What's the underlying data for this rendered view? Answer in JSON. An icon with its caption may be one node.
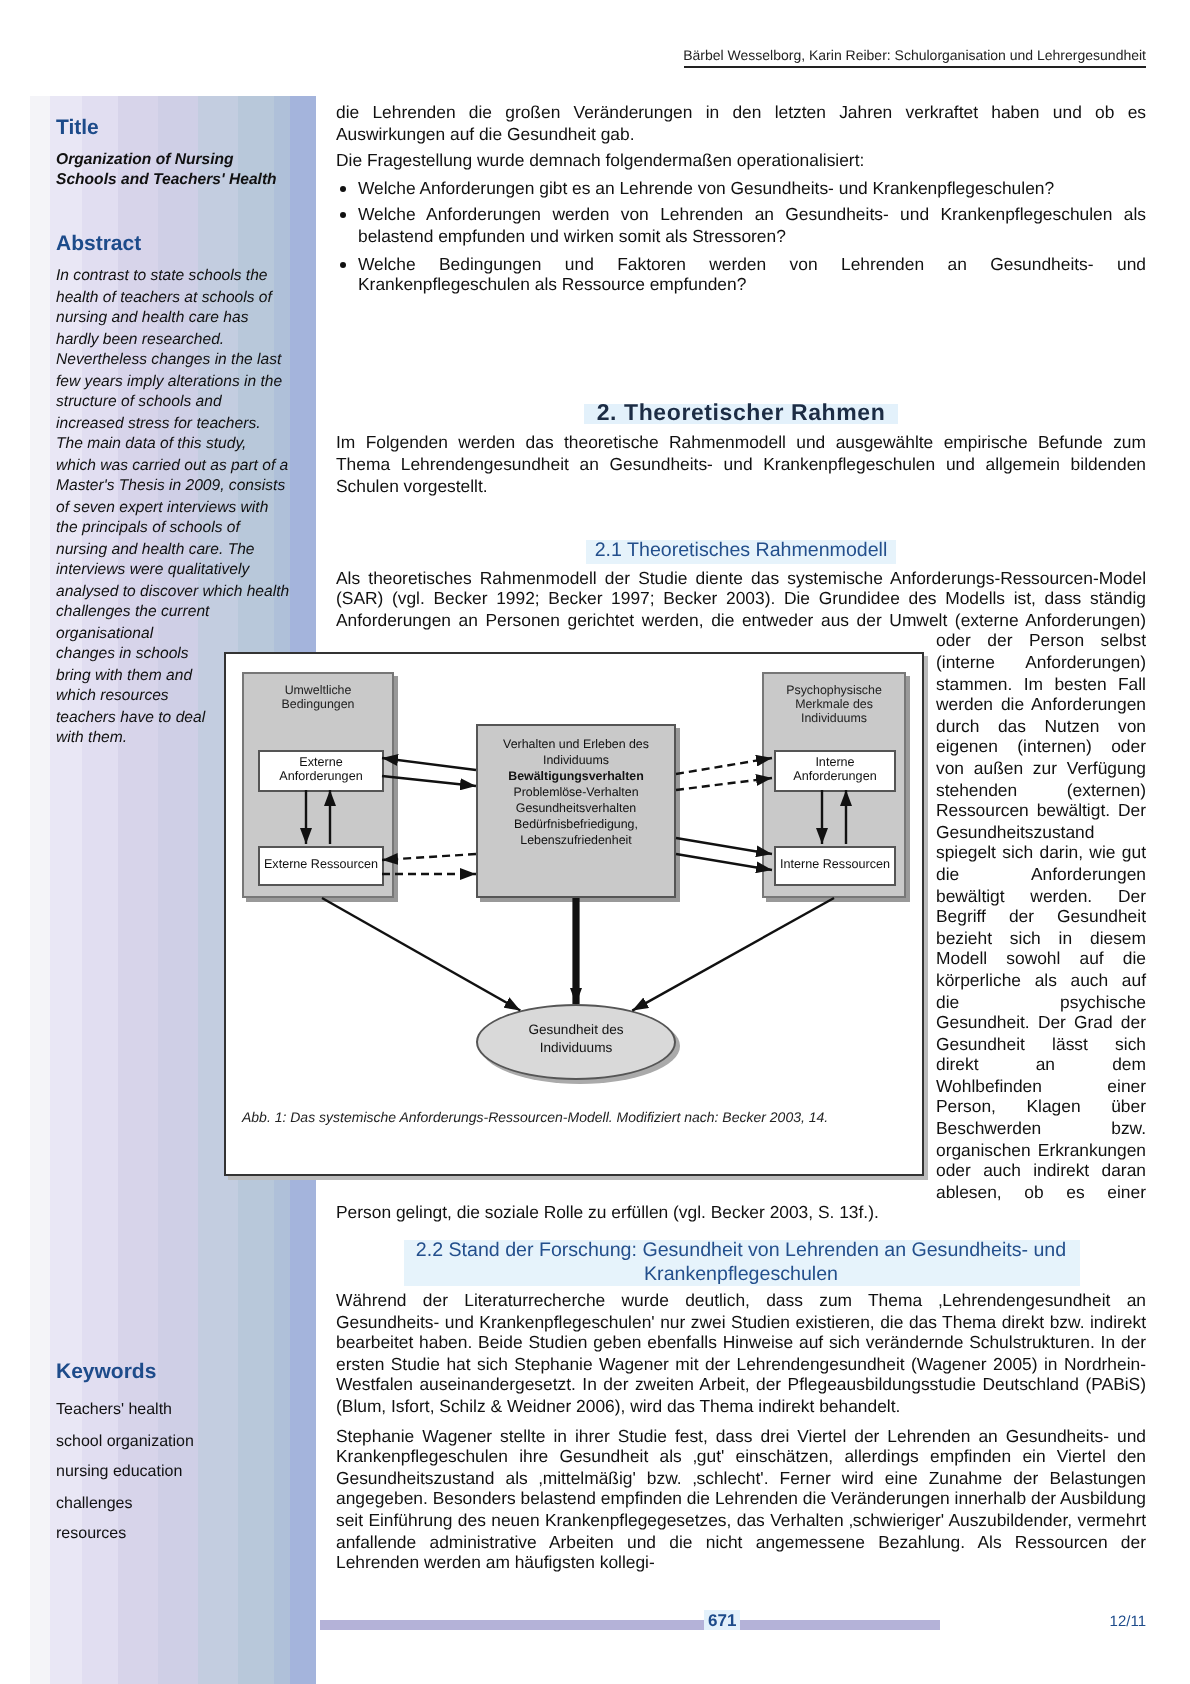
{
  "diagram": {
    "caption": "Abb. 1: Das systemische Anforderungs-Ressourcen-Modell. Modifiziert nach: Becker 2003, 14.",
    "nodes": [
      {
        "text": [
          "Umweltliche Bedingungen"
        ]
      },
      {
        "text": [
          "Externe Anforderungen"
        ],
        "in": 0
      },
      {
        "text": [
          "Externe Ressourcen"
        ],
        "in": 0
      },
      {
        "text": [
          "Verhalten und Erleben des Individuums",
          "Bewältigungsverhalten",
          "Problemlöse-Verhalten",
          "Gesundheitsverhalten",
          "Bedürfnisbefriedigung,",
          "Lebenszufriedenheit"
        ]
      },
      {
        "text": [
          "Psychophysische Merkmale des Individuums"
        ]
      },
      {
        "text": [
          "Interne Anforderungen"
        ],
        "in": 4
      },
      {
        "text": [
          "Interne Ressourcen"
        ],
        "in": 4
      },
      {
        "text": [
          "Gesundheit des Individuums"
        ]
      }
    ],
    "edges": [
      {
        "from": 3,
        "to": 1,
        "arrow": "to"
      },
      {
        "from": 1,
        "to": 3,
        "arrow": "to"
      },
      {
        "from": 3,
        "to": 2,
        "arrow": "to",
        "style": "dashed"
      },
      {
        "from": 2,
        "to": 3,
        "arrow": "to",
        "style": "dashed"
      },
      {
        "from": 3,
        "to": 5,
        "arrow": "to",
        "style": "dashed"
      },
      {
        "from": 3,
        "to": 5,
        "arrow": "to",
        "style": "dashed"
      },
      {
        "from": 3,
        "to": 6,
        "arrow": "to"
      },
      {
        "from": 3,
        "to": 6,
        "arrow": "to"
      },
      {
        "from": 1,
        "to": 2,
        "arrow": "to"
      },
      {
        "from": 2,
        "to": 1,
        "arrow": "to"
      },
      {
        "from": 5,
        "to": 6,
        "arrow": "to"
      },
      {
        "from": 6,
        "to": 5,
        "arrow": "to"
      },
      {
        "from": 0,
        "to": 7,
        "arrow": "to"
      },
      {
        "from": 3,
        "to": 7,
        "arrow": "to",
        "style": "thick"
      },
      {
        "from": 4,
        "to": 7,
        "arrow": "to"
      }
    ],
    "labels": [
      "Bärbel Wesselborg, Karin Reiber: Schulorganisation und Lehrergesundheit",
      "Title",
      "Organization of Nursing Schools and Teachers' Health",
      "Abstract",
      "In contrast to state schools the health of teachers at schools of nursing and health care has hardly been researched. Nevertheless changes in the last few years imply alterations in the structure of schools and increased stress for teachers. The main data of this study, which was carried out as part of a Master's Thesis in 2009, consists of seven expert interviews with the principals of schools of nursing and health care. The interviews were qualitatively analysed to discover which health challenges the current organisational changes in schools bring with them and which resources teachers have to deal with them.",
      "Keywords",
      "Teachers' health",
      "school organization",
      "nursing education",
      "challenges",
      "resources",
      "die Lehrenden die großen Veränderungen in den letzten Jahren verkraftet haben und ob es Auswirkungen auf die Gesundheit gab.",
      "Die Fragestellung wurde demnach folgendermaßen operationalisiert:",
      "Welche Anforderungen gibt es an Lehrende von Gesundheits- und Krankenpflegeschulen?",
      "Welche Anforderungen werden von Lehrenden an Gesundheits- und Krankenpflegeschulen als belastend empfunden und wirken somit als Stressoren?",
      "Welche Bedingungen und Faktoren werden von Lehrenden an Gesundheits- und Krankenpflegeschulen als Ressource empfunden?",
      "2. Theoretischer Rahmen",
      "Im Folgenden werden das theoretische Rahmenmodell und ausgewählte empirische Befunde zum Thema Lehrendengesundheit an Gesundheits- und Krankenpflegeschulen und allgemein bildenden Schulen vorgestellt.",
      "2.1 Theoretisches Rahmenmodell",
      "Als theoretisches Rahmenmodell der Studie diente das systemische Anforderungs-Ressourcen-Model (SAR) (vgl. Becker 1992; Becker 1997; Becker 2003). Die Grundidee des Modells ist, dass ständig Anforderungen an Personen gerichtet werden, die entweder aus der Umwelt (externe Anforderungen) oder der Person selbst (interne Anforderungen) stammen. Im besten Fall werden die Anforderungen durch das Nutzen von eigenen (internen) oder von außen zur Verfügung stehenden (externen) Ressourcen bewältigt. Der Gesundheitszustand spiegelt sich darin, wie gut die Anforderungen bewältigt werden. Der Begriff der Gesundheit bezieht sich in diesem Modell sowohl auf die körperliche als auch auf die psychische Gesundheit. Der Grad der Gesundheit lässt sich direkt an dem Wohlbefinden einer Person, Klagen über Beschwerden bzw. organischen Erkrankungen oder auch indirekt daran ablesen, ob es einer Person gelingt, die soziale Rolle zu erfüllen (vgl. Becker 2003, S. 13f.).",
      "2.2 Stand der Forschung: Gesundheit von Lehrenden an Gesundheits- und Krankenpflegeschulen",
      "Während der Literaturrecherche wurde deutlich, dass zum Thema ‚Lehrendengesundheit an Gesundheits- und Krankenpflegeschulen' nur zwei Studien existieren, die das Thema direkt bzw. indirekt bearbeitet haben. Beide Studien geben ebenfalls Hinweise auf sich verändernde Schulstrukturen. In der ersten Studie hat sich Stephanie Wagener mit der Lehrendengesundheit (Wagener 2005) in Nordrhein-Westfalen auseinandergesetzt. In der zweiten Arbeit, der Pflegeausbildungsstudie Deutschland (PABiS) (Blum, Isfort, Schilz & Weidner 2006), wird das Thema indirekt behandelt.",
      "Stephanie Wagener stellte in ihrer Studie fest, dass drei Viertel der Lehrenden an Gesundheits- und Krankenpflegeschulen ihre Gesundheit als ‚gut' einschätzen, allerdings empfinden ein Viertel den Gesundheitszustand als ‚mittelmäßig' bzw. ‚schlecht'. Ferner wird eine Zunahme der Belastungen angegeben. Besonders belastend empfinden die Lehrenden die Veränderungen innerhalb der Ausbildung seit Einführung des neuen Krankenpflegegesetzes, das Verhalten ‚schwieriger' Auszubildender, vermehrt anfallende administrative Arbeiten und die nicht angemessene Bezahlung. Als Ressourcen der Lehrenden werden am häufigsten kollegi-",
      "671",
      "12/11"
    ]
  }
}
